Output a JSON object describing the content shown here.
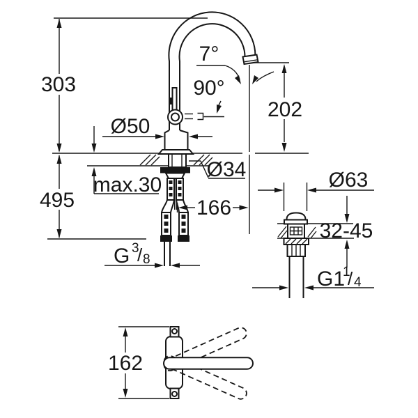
{
  "labels": {
    "total_height": "303",
    "below_deck_height": "495",
    "spout_clearance": "202",
    "base_diameter": "Ø50",
    "hole_diameter": "Ø34",
    "deck_max_thickness": "max.30",
    "spout_projection": "166",
    "spout_angle": "7°",
    "handle_swing": "90°",
    "handle_top_view_span": "162",
    "supply_thread": {
      "g": "G",
      "num": "3",
      "slash": "/",
      "den": "8"
    },
    "drain": {
      "cap_diameter": "Ø63",
      "deck_thickness_range": "32-45",
      "thread_g": "G1",
      "thread_num": "1",
      "thread_slash": "/",
      "thread_den": "4"
    }
  }
}
